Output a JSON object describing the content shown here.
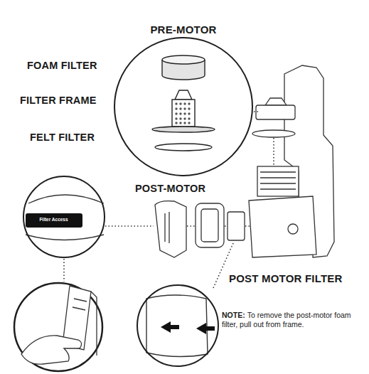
{
  "diagram": {
    "nodes": [
      {
        "text": [
          "PRE-MOTOR"
        ]
      },
      {
        "text": [
          "Filter Access"
        ]
      },
      {
        "text": [
          "POST MOTOR FILTER"
        ]
      }
    ],
    "labels": [
      "FOAM FILTER",
      "FILTER FRAME",
      "FELT FILTER",
      "POST-MOTOR",
      "NOTE:",
      "To remove the post-motor foam filter, pull out from frame."
    ]
  }
}
